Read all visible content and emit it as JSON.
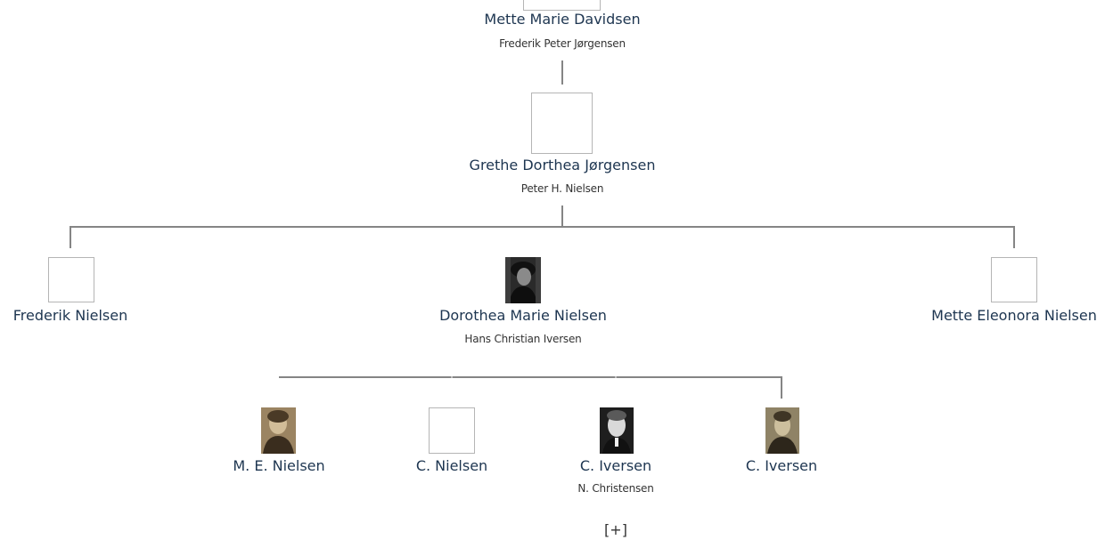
{
  "top_person": {
    "name": "Mette Marie Davidsen",
    "spouse": "Frederik Peter Jørgensen"
  },
  "parent": {
    "name": "Grethe Dorthea Jørgensen",
    "spouse": "Peter H. Nielsen"
  },
  "children": [
    {
      "name": "Frederik Nielsen",
      "photo": false
    },
    {
      "name": "Dorothea Marie Nielsen",
      "spouse": "Hans Christian Iversen",
      "photo": true
    },
    {
      "name": "Mette Eleonora Nielsen",
      "photo": false
    }
  ],
  "grandchildren": [
    {
      "name": "M. E. Nielsen",
      "photo": true
    },
    {
      "name": "C. Nielsen",
      "photo": false
    },
    {
      "name": "C. Iversen",
      "spouse": "N. Christensen",
      "photo": true
    },
    {
      "name": "C. Iversen",
      "photo": true
    }
  ],
  "expand_label": "[+]",
  "colors": {
    "line": "#858585",
    "text": "#1d3550",
    "box_border": "#b5b5b5"
  }
}
